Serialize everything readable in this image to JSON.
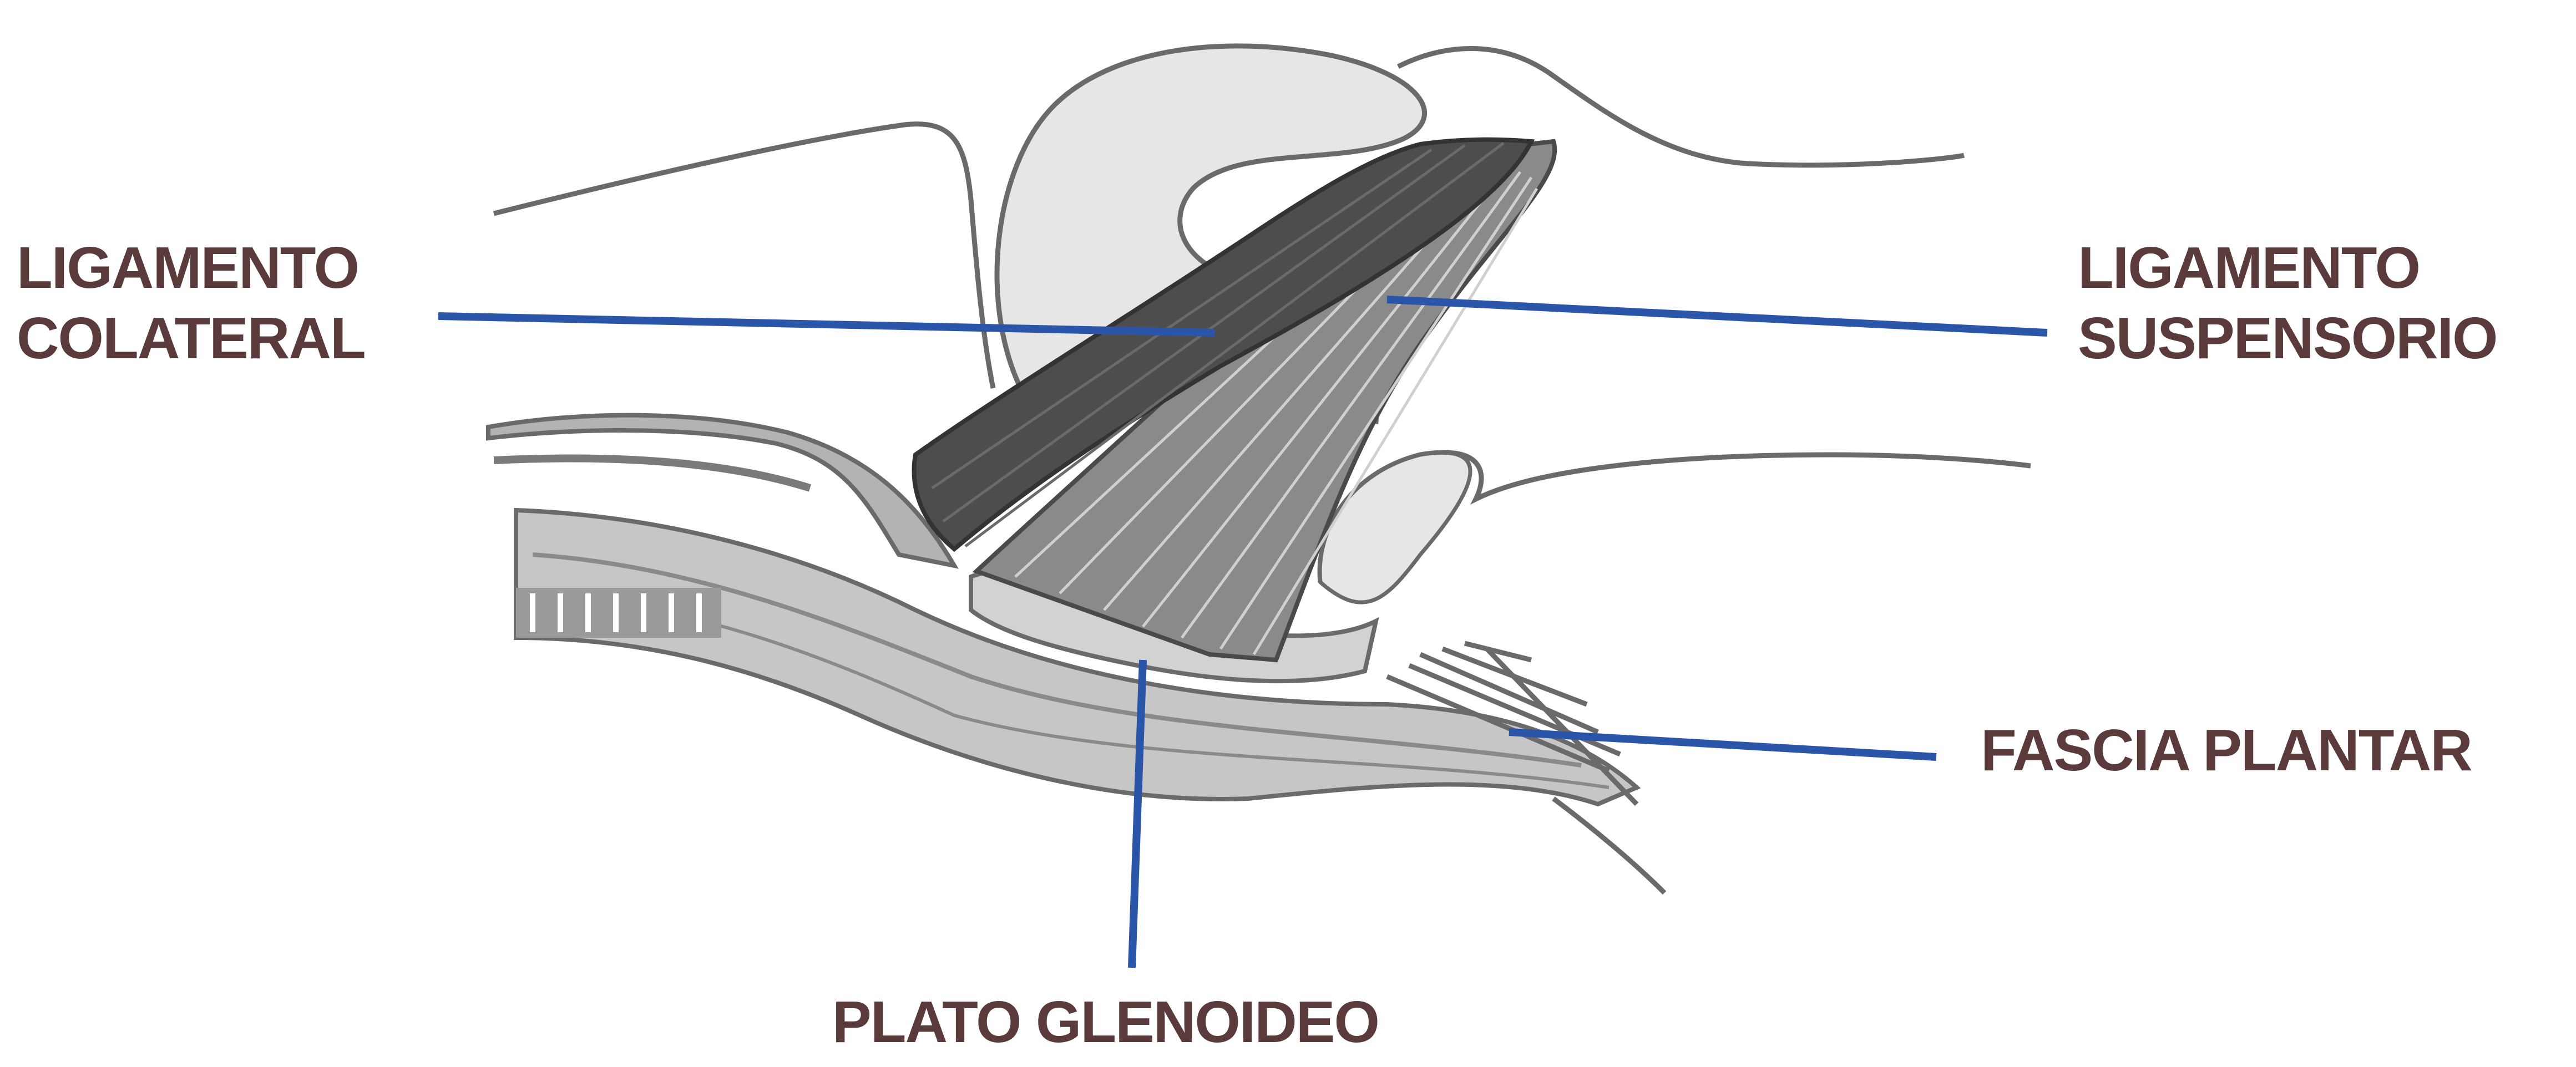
{
  "colors": {
    "label_text": "#5a3a3a",
    "leader_line": "#2b55a8",
    "outline": "#6a6a6a",
    "bone_fill": "#e6e6e6",
    "ligament_dark": "#4d4d4d",
    "ligament_mid": "#8a8a8a",
    "tendon": "#b3b3b3"
  },
  "labels": {
    "ligamento_colateral": {
      "line1": "LIGAMENTO",
      "line2": "COLATERAL"
    },
    "ligamento_suspensorio": {
      "line1": "LIGAMENTO",
      "line2": "SUSPENSORIO"
    },
    "fascia_plantar": {
      "text": "FASCIA PLANTAR"
    },
    "plato_glenoideo": {
      "text": "PLATO GLENOIDEO"
    }
  }
}
